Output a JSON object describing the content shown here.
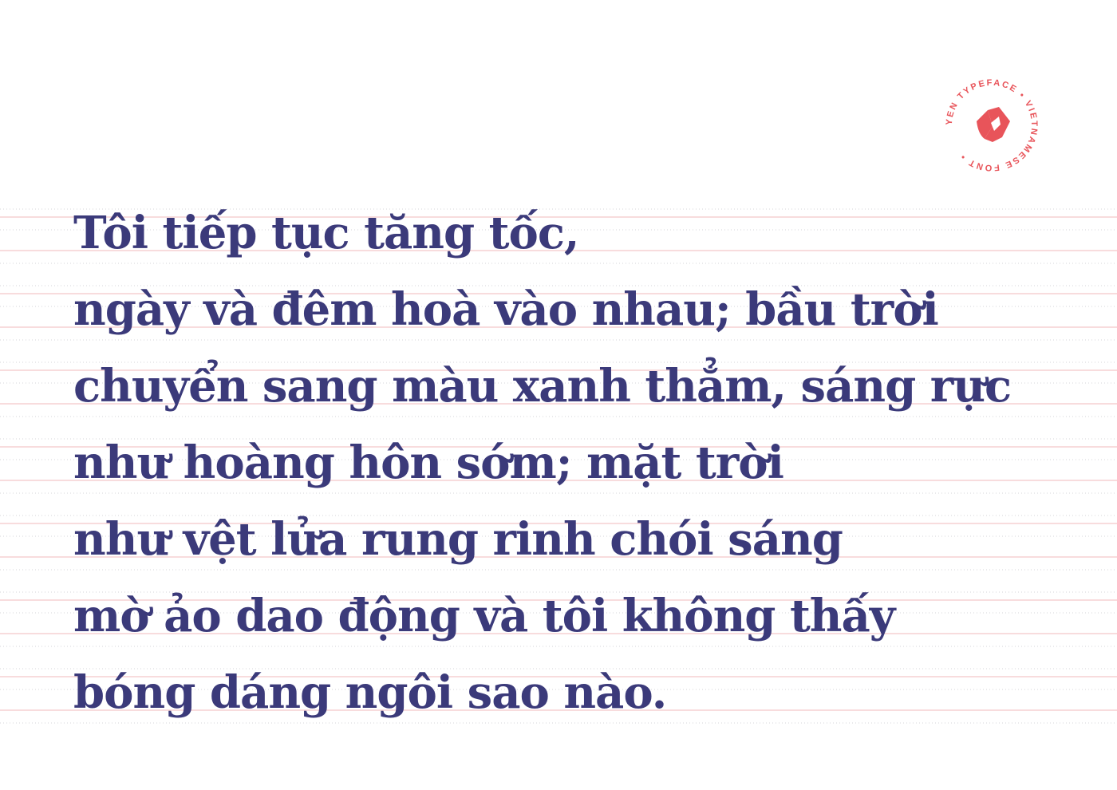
{
  "colors": {
    "text": "#3b3a7a",
    "accent": "#e8545a",
    "guide_solid": "#f2b9bb",
    "guide_dotted": "#d5d5d8",
    "background": "#ffffff"
  },
  "badge": {
    "ring_text": "YEN TYPEFACE • VIETNAMESE FONT •",
    "icon": "yen-bird-logo-icon"
  },
  "specimen": {
    "lines": [
      "Tôi tiếp tục tăng tốc,",
      "ngày và đêm hoà vào nhau; bầu trời",
      "chuyển sang màu xanh thẳm, sáng rực",
      "như hoàng hôn sớm; mặt trời",
      "như vệt lửa rung rinh chói sáng",
      "mờ ảo dao động và tôi không thấy",
      "bóng dáng ngôi sao nào."
    ]
  }
}
